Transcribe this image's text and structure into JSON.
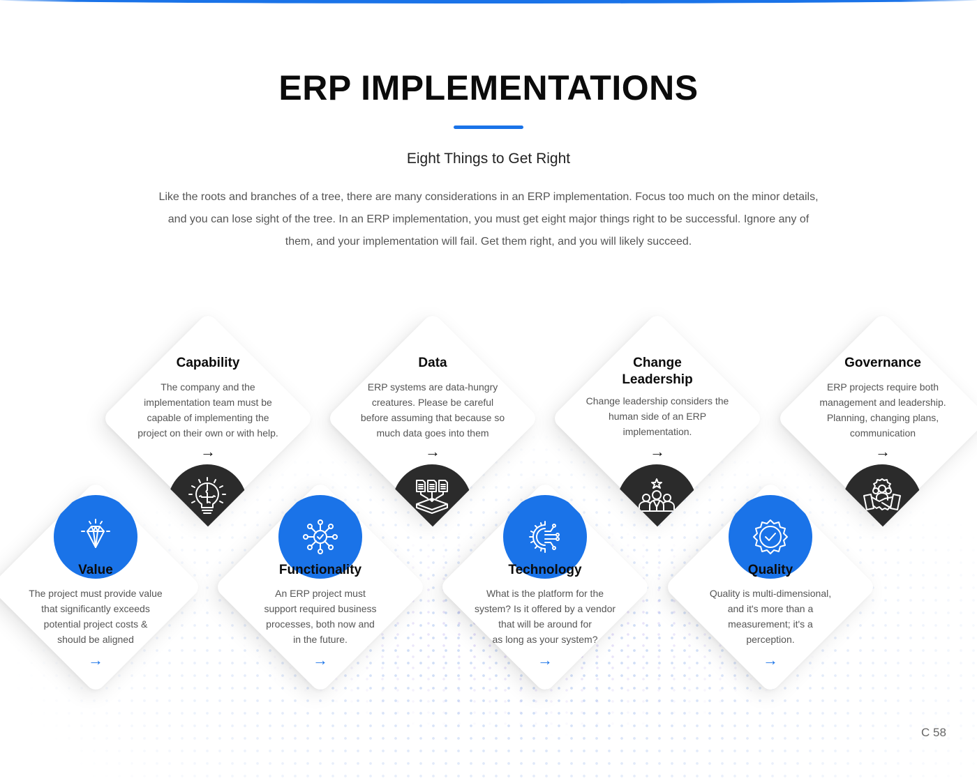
{
  "header": {
    "title": "ERP IMPLEMENTATIONS",
    "subtitle": "Eight Things to Get Right",
    "intro_lines": [
      "Like the roots and branches of a tree, there are many considerations in an ERP implementation. Focus too much on the minor details,",
      "and you can lose sight of the tree.  In an ERP implementation, you must get eight major things right to be successful. Ignore any of",
      "them, and your implementation will fail. Get them right, and you will likely succeed."
    ]
  },
  "colors": {
    "accent": "#1a73e8",
    "dark": "#2b2b2b",
    "title_text": "#0b0b0b",
    "body_text": "#555555"
  },
  "cards": {
    "top_row": [
      {
        "title": "Capability",
        "description": [
          "The company and the",
          "implementation team must be",
          "capable of implementing the",
          "project on their own or with help."
        ],
        "icon": "lightbulb-puzzle-icon",
        "arrow": "→"
      },
      {
        "title": "Data",
        "description": [
          "ERP systems are data-hungry",
          "creatures. Please be careful",
          "before assuming that because so",
          "much data goes into them"
        ],
        "icon": "documents-into-database-icon",
        "arrow": "→"
      },
      {
        "title": "Change Leadership",
        "title_lines": [
          "Change",
          "Leadership"
        ],
        "description": [
          "Change leadership considers the",
          "human side of an  ERP",
          "implementation."
        ],
        "icon": "team-leader-star-icon",
        "arrow": "→"
      },
      {
        "title": "Governance",
        "description": [
          "ERP projects require both",
          "management and leadership.",
          "Planning, changing plans,",
          "communication"
        ],
        "icon": "handshake-team-gear-icon",
        "arrow": "→"
      }
    ],
    "bottom_row": [
      {
        "title": "Value",
        "description": [
          "The project must provide value",
          "that significantly exceeds",
          "potential project costs &",
          "should be aligned"
        ],
        "icon": "diamond-gem-icon",
        "arrow": "→"
      },
      {
        "title": "Functionality",
        "description": [
          "An ERP project must",
          "support required business",
          "processes, both now and",
          "in the future."
        ],
        "icon": "gear-network-check-icon",
        "arrow": "→"
      },
      {
        "title": "Technology",
        "description": [
          "What is the platform for the",
          "system? Is it offered by a vendor",
          "that will be around for",
          "as long as your system?"
        ],
        "icon": "gear-circuit-icon",
        "arrow": "→"
      },
      {
        "title": "Quality",
        "description": [
          "Quality is multi-dimensional,",
          "and it's more than a",
          "measurement; it's a",
          "perception."
        ],
        "icon": "quality-badge-check-icon",
        "arrow": "→"
      }
    ]
  },
  "footer": {
    "page_number": "C 58"
  }
}
